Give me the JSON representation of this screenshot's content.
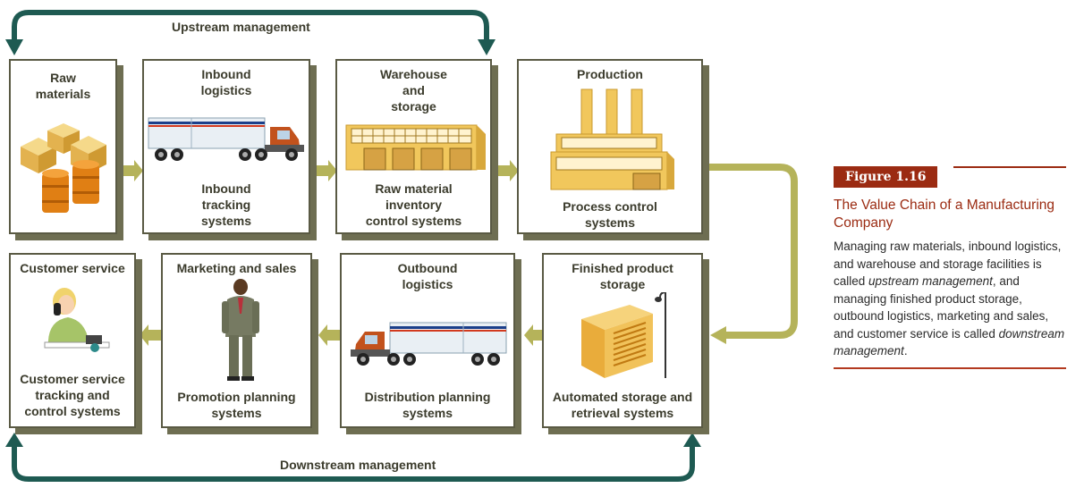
{
  "diagram": {
    "upstream_label": "Upstream management",
    "downstream_label": "Downstream management",
    "top_row": [
      {
        "title": "Raw\nmaterials",
        "subtitle": "",
        "icon": "raw-materials-crates-barrels-icon"
      },
      {
        "title": "Inbound\nlogistics",
        "subtitle": "Inbound\ntracking\nsystems",
        "icon": "semi-truck-icon"
      },
      {
        "title": "Warehouse\nand\nstorage",
        "subtitle": "Raw material\ninventory\ncontrol systems",
        "icon": "warehouse-icon"
      },
      {
        "title": "Production",
        "subtitle": "Process control\nsystems",
        "icon": "factory-icon"
      }
    ],
    "bottom_row": [
      {
        "title": "Customer service",
        "subtitle": "Customer service\ntracking and\ncontrol systems",
        "icon": "customer-service-agent-icon"
      },
      {
        "title": "Marketing and sales",
        "subtitle": "Promotion planning\nsystems",
        "icon": "salesman-icon"
      },
      {
        "title": "Outbound\nlogistics",
        "subtitle": "Distribution planning\nsystems",
        "icon": "semi-truck-icon"
      },
      {
        "title": "Finished product\nstorage",
        "subtitle": "Automated storage and\nretrieval systems",
        "icon": "storage-unit-icon"
      }
    ],
    "colors": {
      "arrow": "#b5b35a",
      "mgmt_arrow": "#1e5a52",
      "shadow": "#6e6e52",
      "text": "#3b3b2c"
    }
  },
  "figure": {
    "label": "Figure 1.16",
    "title": "The Value Chain of a Manufacturing Company",
    "caption_part1": "Managing raw materials, inbound logistics, and warehouse and storage facilities is called ",
    "caption_em1": "upstream management",
    "caption_part2": ", and managing finished product storage, outbound logistics, marketing and sales, and customer service is called ",
    "caption_em2": "downstream management",
    "caption_part3": ".",
    "accent_color": "#9b2b12"
  }
}
